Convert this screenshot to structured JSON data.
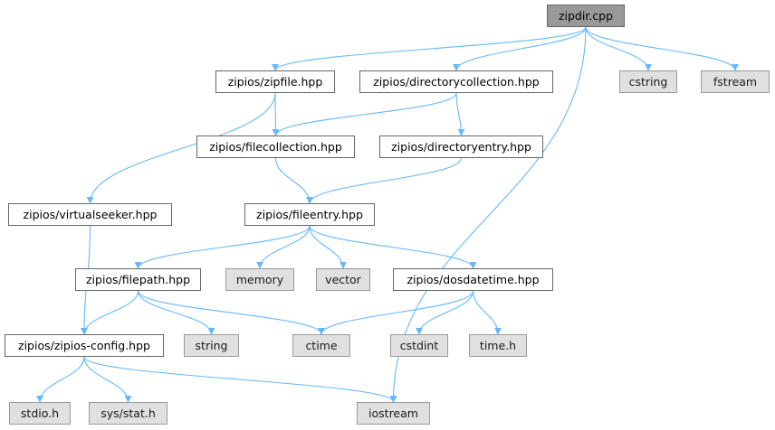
{
  "diagram": {
    "colors": {
      "edge": "#63b8ff",
      "root_fill": "#999999",
      "local_fill": "#ffffff",
      "system_fill": "#e0e0e0"
    },
    "nodes": [
      {
        "id": "zipdir",
        "label": "zipdir.cpp",
        "kind": "root"
      },
      {
        "id": "zipfile",
        "label": "zipios/zipfile.hpp",
        "kind": "local"
      },
      {
        "id": "dircoll",
        "label": "zipios/directorycollection.hpp",
        "kind": "local"
      },
      {
        "id": "cstring",
        "label": "cstring",
        "kind": "system"
      },
      {
        "id": "fstream",
        "label": "fstream",
        "kind": "system"
      },
      {
        "id": "filecoll",
        "label": "zipios/filecollection.hpp",
        "kind": "local"
      },
      {
        "id": "direntry",
        "label": "zipios/directoryentry.hpp",
        "kind": "local"
      },
      {
        "id": "vseeker",
        "label": "zipios/virtualseeker.hpp",
        "kind": "local"
      },
      {
        "id": "fileentry",
        "label": "zipios/fileentry.hpp",
        "kind": "local"
      },
      {
        "id": "filepath",
        "label": "zipios/filepath.hpp",
        "kind": "local"
      },
      {
        "id": "memory",
        "label": "memory",
        "kind": "system"
      },
      {
        "id": "vector",
        "label": "vector",
        "kind": "system"
      },
      {
        "id": "dosdt",
        "label": "zipios/dosdatetime.hpp",
        "kind": "local"
      },
      {
        "id": "zconfig",
        "label": "zipios/zipios-config.hpp",
        "kind": "local"
      },
      {
        "id": "string",
        "label": "string",
        "kind": "system"
      },
      {
        "id": "ctime",
        "label": "ctime",
        "kind": "system"
      },
      {
        "id": "cstdint",
        "label": "cstdint",
        "kind": "system"
      },
      {
        "id": "timeh",
        "label": "time.h",
        "kind": "system"
      },
      {
        "id": "stdio",
        "label": "stdio.h",
        "kind": "system"
      },
      {
        "id": "sysstat",
        "label": "sys/stat.h",
        "kind": "system"
      },
      {
        "id": "iostream",
        "label": "iostream",
        "kind": "system"
      }
    ],
    "edges": [
      [
        "zipdir",
        "zipfile"
      ],
      [
        "zipdir",
        "dircoll"
      ],
      [
        "zipdir",
        "cstring"
      ],
      [
        "zipdir",
        "fstream"
      ],
      [
        "zipdir",
        "iostream"
      ],
      [
        "zipfile",
        "filecoll"
      ],
      [
        "zipfile",
        "vseeker"
      ],
      [
        "dircoll",
        "filecoll"
      ],
      [
        "dircoll",
        "direntry"
      ],
      [
        "filecoll",
        "fileentry"
      ],
      [
        "direntry",
        "fileentry"
      ],
      [
        "vseeker",
        "zconfig"
      ],
      [
        "fileentry",
        "filepath"
      ],
      [
        "fileentry",
        "memory"
      ],
      [
        "fileentry",
        "vector"
      ],
      [
        "fileentry",
        "dosdt"
      ],
      [
        "filepath",
        "zconfig"
      ],
      [
        "filepath",
        "string"
      ],
      [
        "filepath",
        "ctime"
      ],
      [
        "dosdt",
        "ctime"
      ],
      [
        "dosdt",
        "cstdint"
      ],
      [
        "dosdt",
        "timeh"
      ],
      [
        "zconfig",
        "stdio"
      ],
      [
        "zconfig",
        "sysstat"
      ],
      [
        "zconfig",
        "iostream"
      ]
    ]
  }
}
